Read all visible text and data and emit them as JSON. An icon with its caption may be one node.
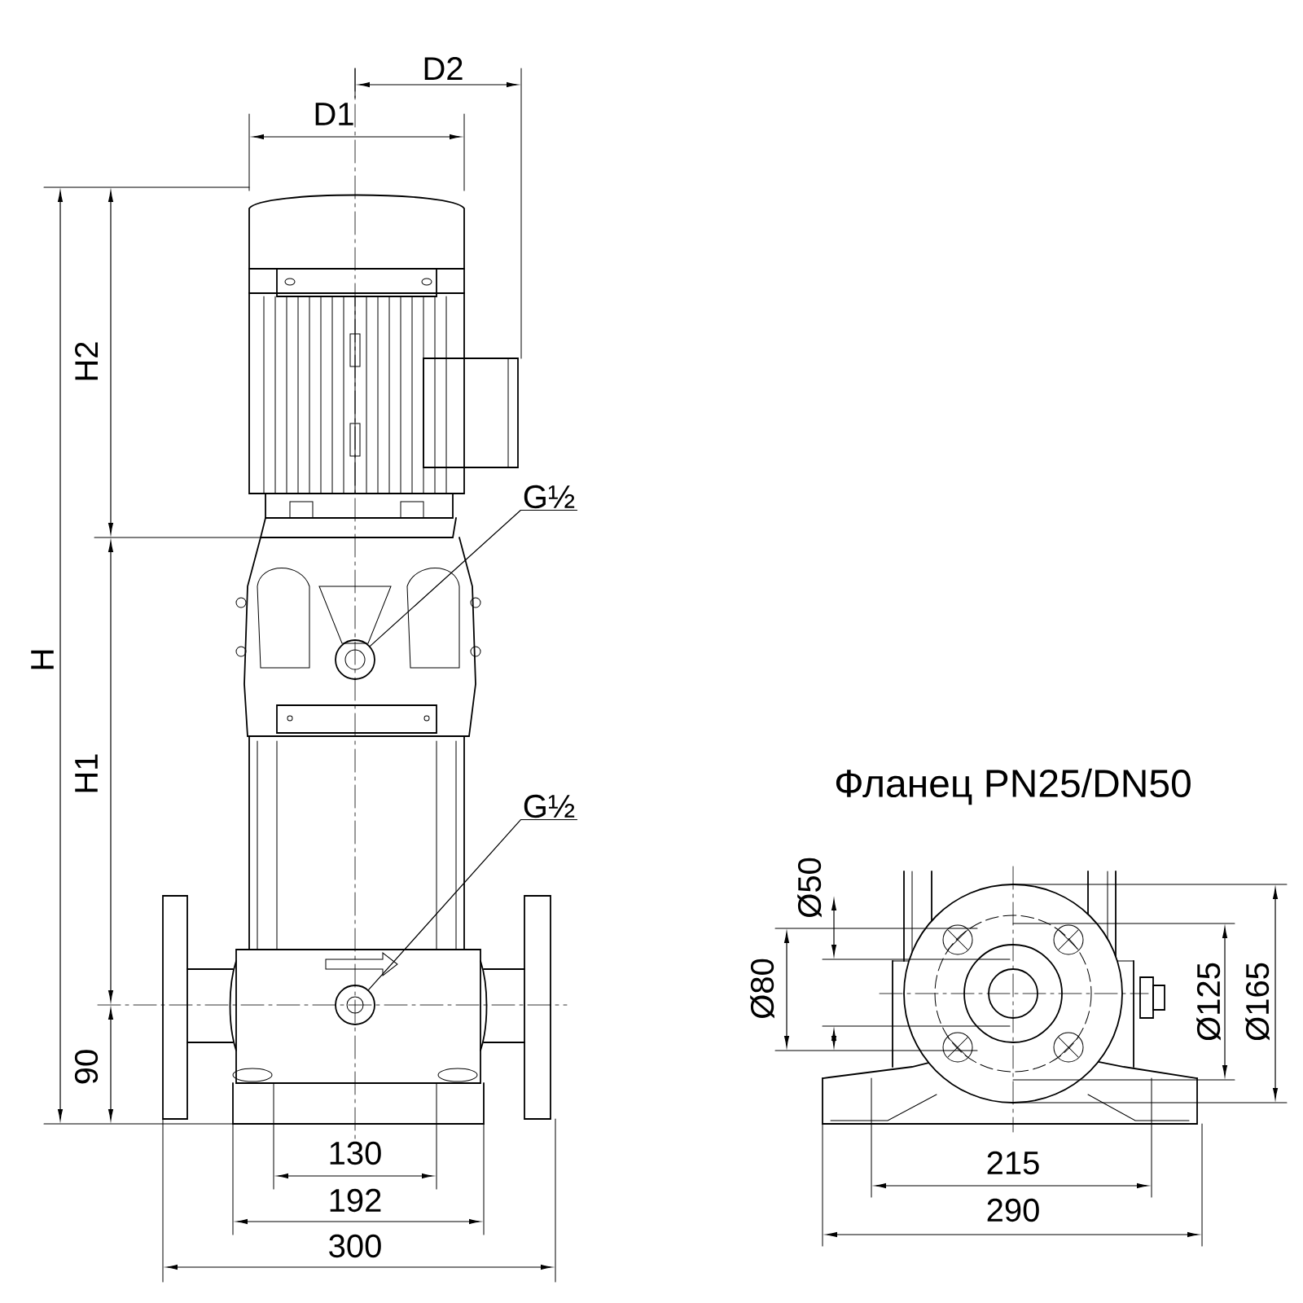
{
  "diagram": {
    "nodes": [
      {
        "text": [
          "G½"
        ]
      },
      {
        "text": [],
        "shape": "circle"
      },
      {
        "text": [
          "G½"
        ]
      },
      {
        "text": [],
        "shape": "circle"
      }
    ],
    "edges": [
      {
        "from": 0,
        "to": 1,
        "arrow": "none"
      },
      {
        "from": 2,
        "to": 3,
        "arrow": "none"
      }
    ],
    "labels": [
      "D2",
      "D1",
      "H2",
      "H",
      "H1",
      "90",
      "Фланец PN25/DN50",
      "Ø50",
      "Ø80",
      "Ø125",
      "Ø165",
      "130",
      "192",
      "300",
      "215",
      "290"
    ]
  }
}
